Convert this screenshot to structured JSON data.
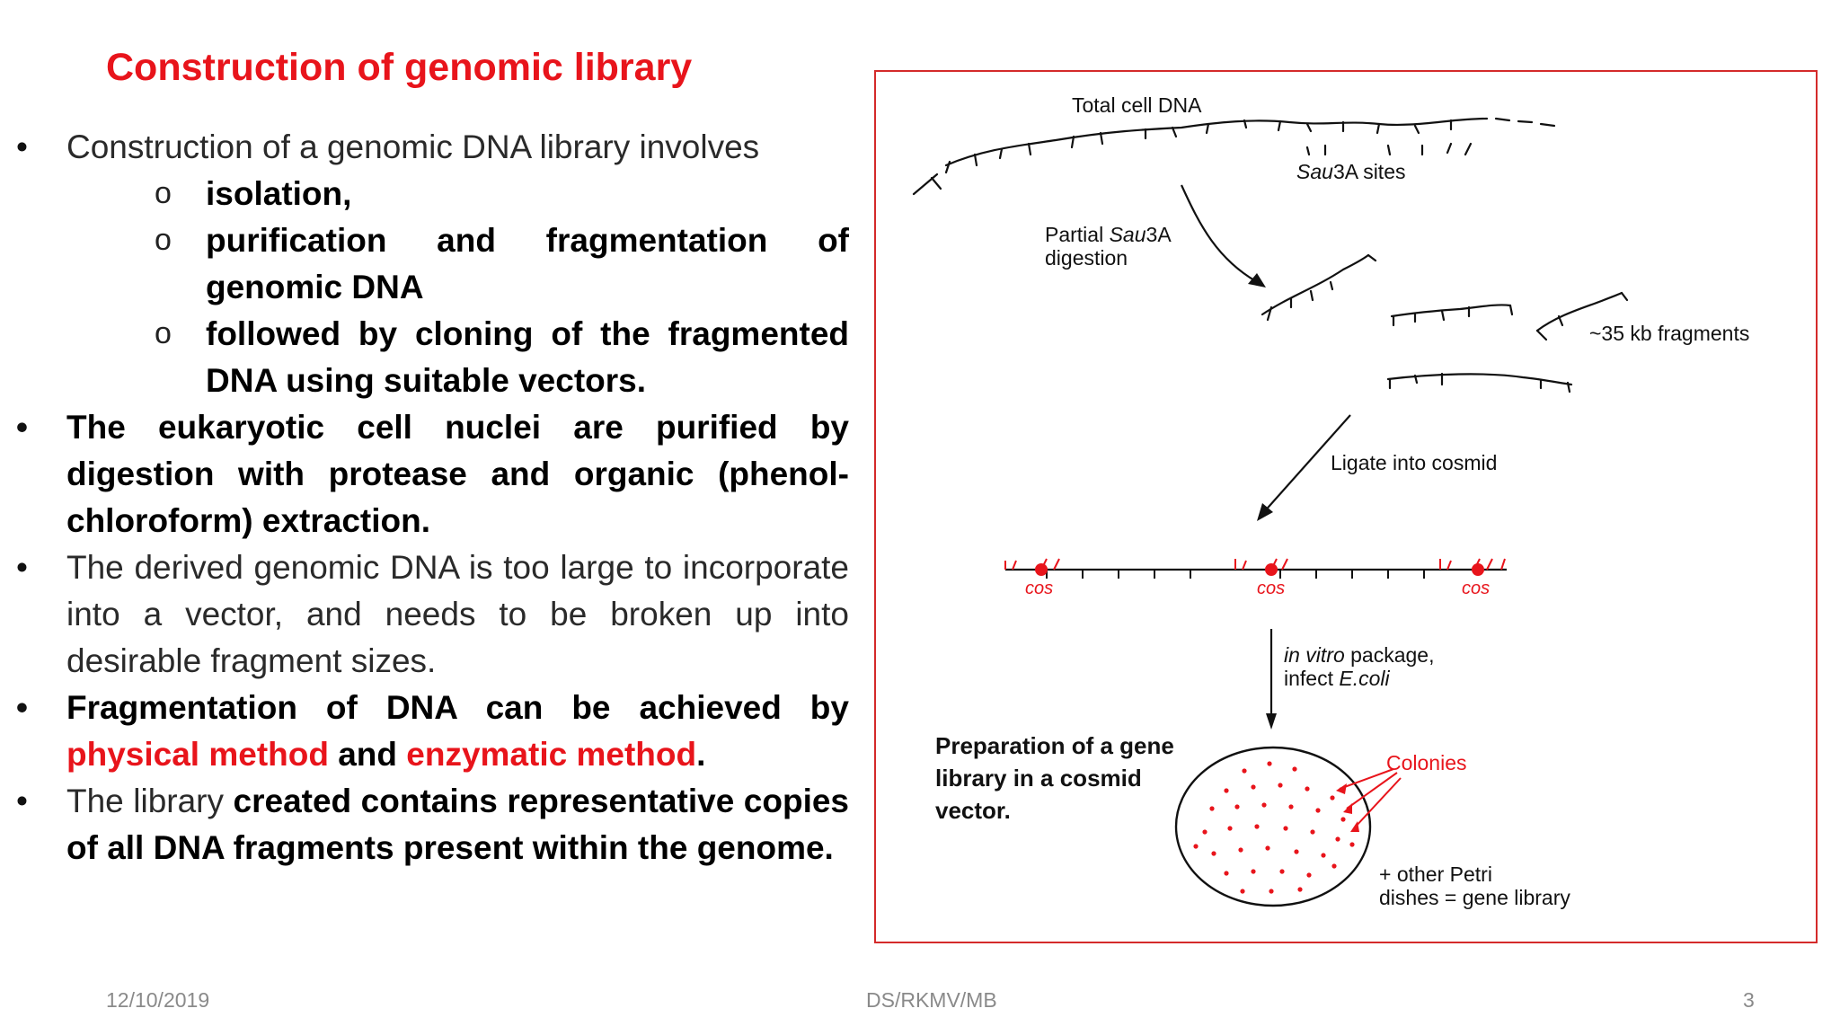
{
  "title": "Construction of genomic library",
  "bullets": {
    "b1": {
      "text": "Construction of a genomic DNA library involves",
      "sub": [
        "isolation,",
        "purification and fragmentation of genomic DNA",
        "followed by cloning of the fragmented DNA using suitable vectors."
      ]
    },
    "b2": "The eukaryotic cell nuclei are purified by digestion with protease and organic (phenol-chloroform) extraction.",
    "b3": "The derived genomic DNA is too large to incorporate into a vector, and needs to be broken up into desirable fragment sizes.",
    "b4": {
      "part1": "Fragmentation of DNA can be achieved by",
      "physical": "physical method",
      "and": "and",
      "enzymatic": "enzymatic method",
      "end": "."
    },
    "b5": {
      "part1": "The library",
      "bold1": "created contains representative copies of all DNA fragments present within the genome."
    }
  },
  "figure": {
    "total_dna": "Total cell DNA",
    "sau_sites_italic": "Sau",
    "sau_sites_rest": "3A sites",
    "partial_1": "Partial",
    "partial_italic": "Sau",
    "partial_rest": "3A",
    "digestion": "digestion",
    "fragments": "~35 kb fragments",
    "ligate": "Ligate into cosmid",
    "cos": "cos",
    "in_vitro_italic": "in vitro",
    "in_vitro_rest": "package,",
    "infect": "infect",
    "ecoli": "E.coli",
    "colonies": "Colonies",
    "caption_lines": [
      "Preparation of a gene",
      "library in a cosmid",
      "vector."
    ],
    "petri_1": "+ other Petri",
    "petri_2": "dishes = gene library"
  },
  "footer": {
    "date": "12/10/2019",
    "center": "DS/RKMV/MB",
    "page": "3"
  },
  "colors": {
    "accent_red": "#e8141b",
    "frame_red": "#d42a2a",
    "footer_gray": "#8a8a8a"
  }
}
